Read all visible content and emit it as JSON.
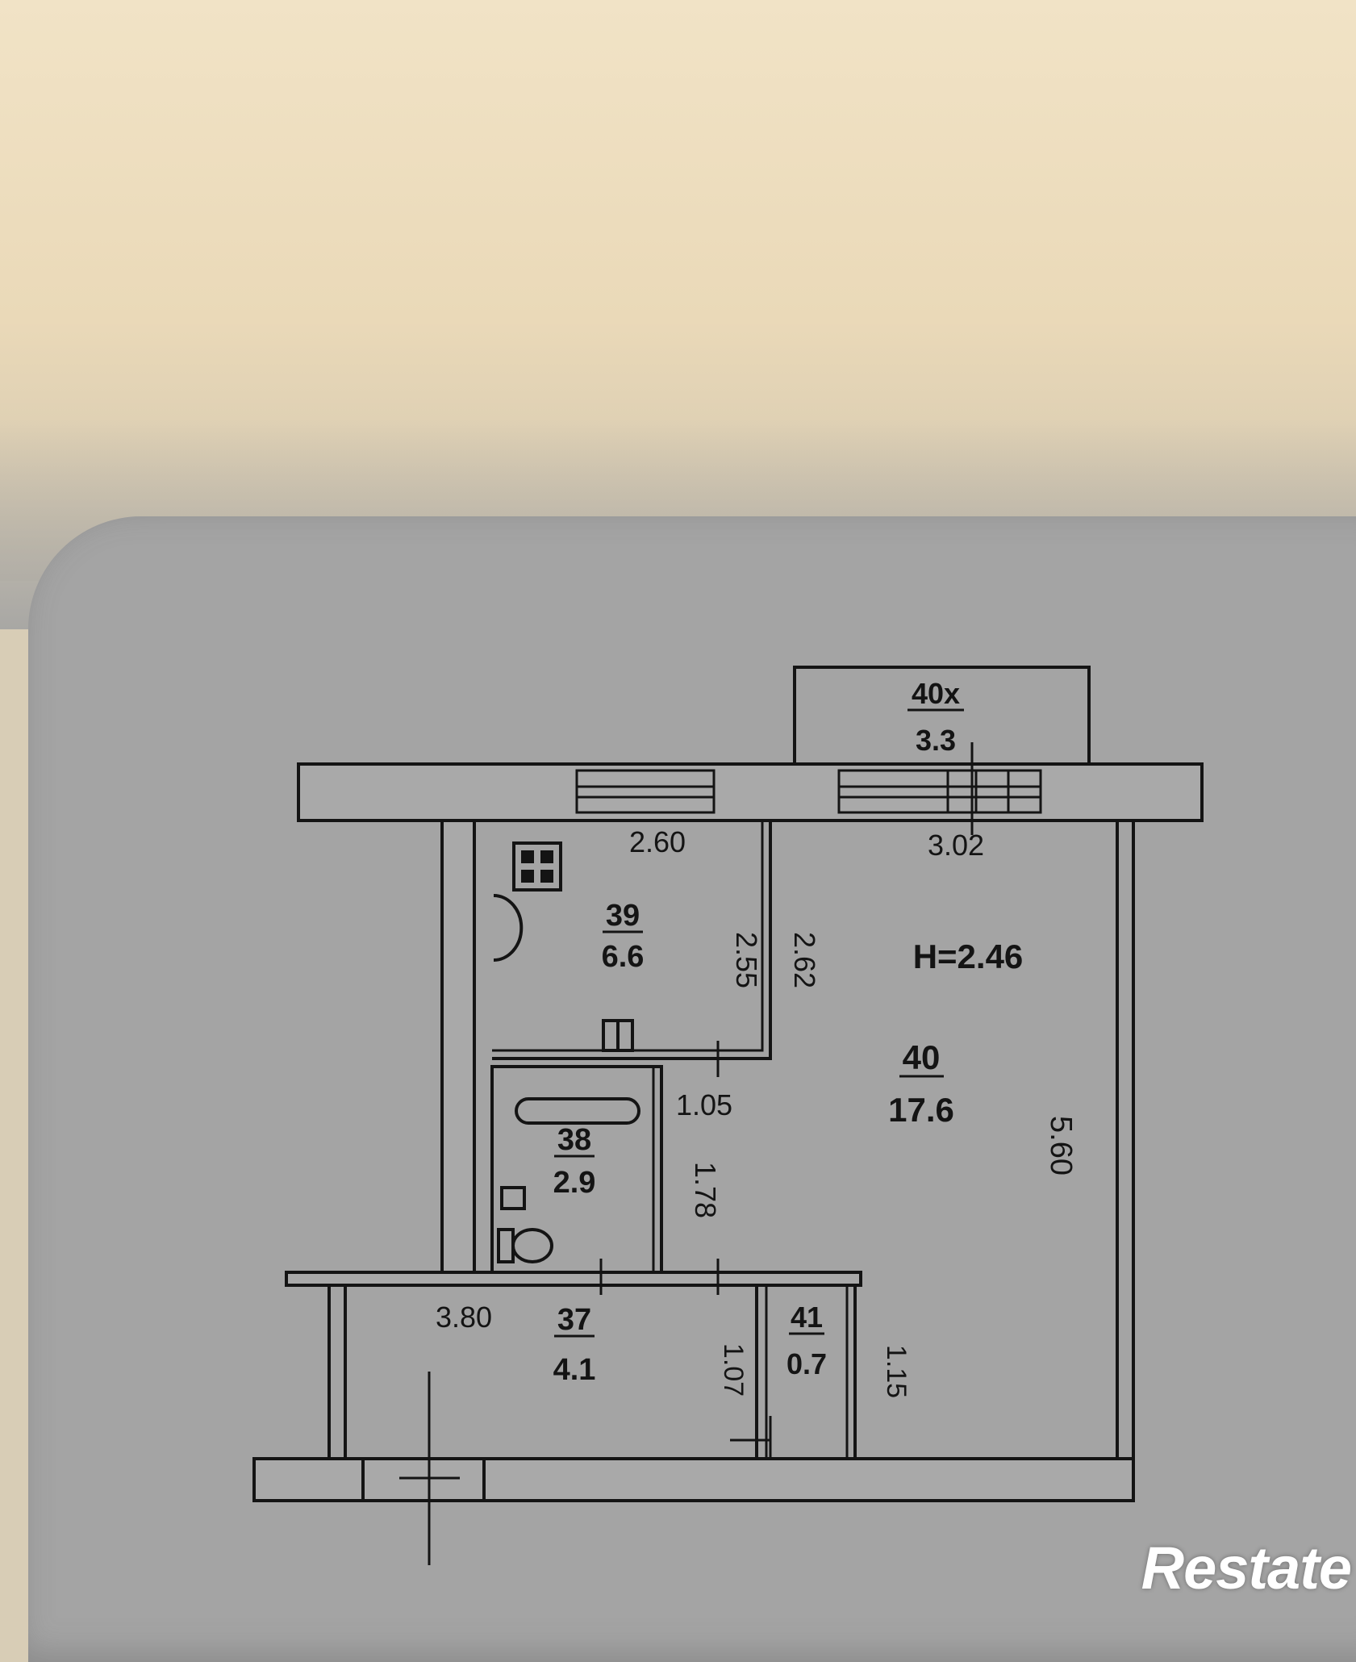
{
  "rooms": [
    {
      "number": "39",
      "area": "6.6"
    },
    {
      "number": "38",
      "area": "2.9"
    },
    {
      "number": "40",
      "area": "17.6"
    },
    {
      "number": "37",
      "area": "4.1"
    },
    {
      "number": "41",
      "area": "0.7"
    },
    {
      "number": "40х",
      "area": "3.3"
    }
  ],
  "ceiling_height": "H=2.46",
  "dimensions": {
    "kitchen_width": "2.60",
    "kitchen_depth": "2.55",
    "kitchen_wall": "2.62",
    "room_width": "3.02",
    "room_depth": "5.60",
    "bath_width": "1.05",
    "bath_depth": "1.78",
    "hall_length": "3.80",
    "hall_width": "1.07",
    "closet_depth": "1.15"
  },
  "watermark": "Restate",
  "colors": {
    "paper": "#a4a4a4",
    "ink": "#141414"
  }
}
